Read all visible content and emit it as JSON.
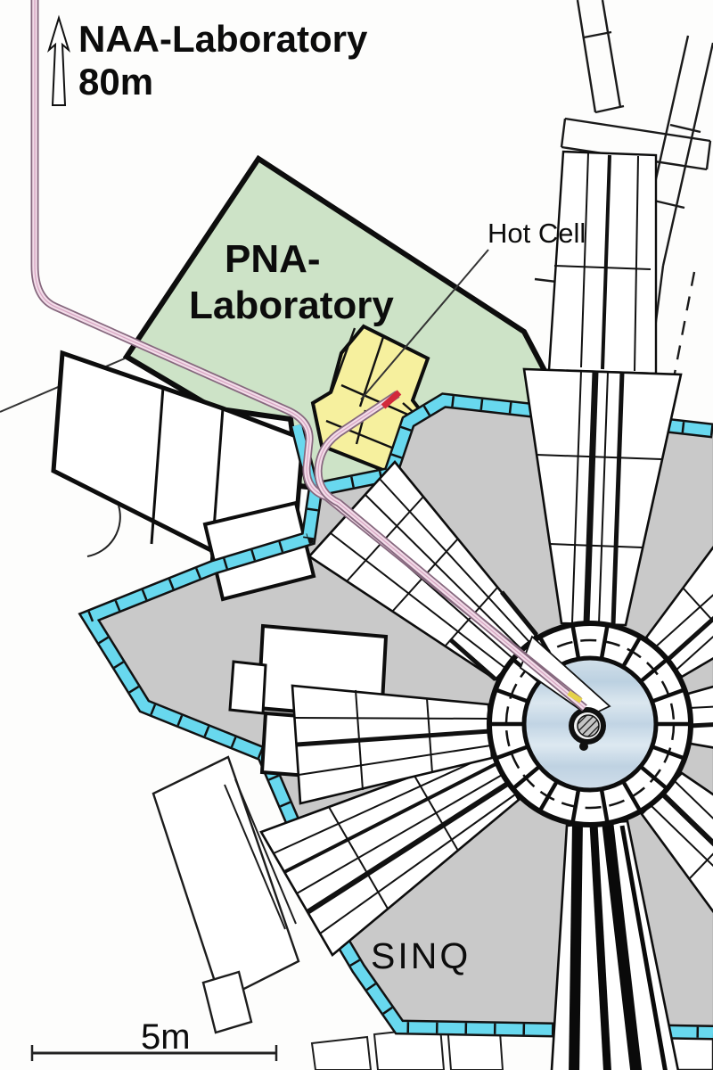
{
  "diagram": {
    "type": "facility-floor-plan",
    "subject": "SINQ spallation source area with pneumatic transfer tubes to NAA/PNA laboratories",
    "annotations": {
      "naa_line1": "NAA-Laboratory",
      "naa_distance": "80m",
      "naa_arrow_direction": "up",
      "pna_line1": "PNA-",
      "pna_line2": "Laboratory",
      "hot_cell": "Hot Cell",
      "sinq": "SINQ",
      "scale_label": "5m"
    },
    "colors": {
      "pna_laboratory_green": "#cde3c7",
      "hot_cell_yellow": "#f6f09e",
      "shield_water_cyan": "#68d8ee",
      "monolith_gray": "#c9c9c9",
      "moderator_blue": "#c6d7e5",
      "transfer_tube_pink": "#f3dce9",
      "transfer_tube_edge": "#86687e",
      "tube_fitting_red": "#d2293b",
      "tube_tip_yellow": "#e5d24a",
      "line_black": "#111111"
    }
  }
}
